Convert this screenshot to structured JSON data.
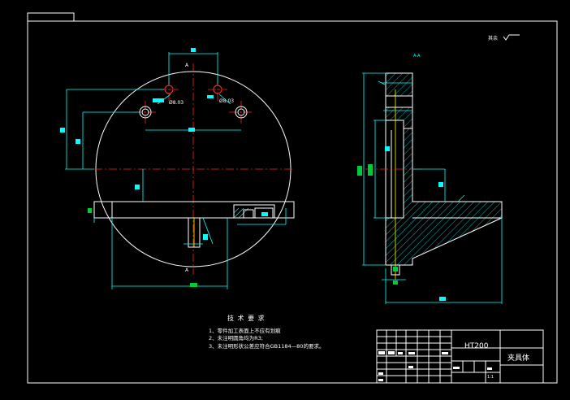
{
  "sheet": {
    "tech_title": "技 术 要 求",
    "requirements": [
      "1、零件加工表面上不应有划痕",
      "2、未注明圆角均为R3;",
      "3、未注明形状公差应符合GB1184—80的要求。"
    ],
    "material": "HT200",
    "part_name": "夹具体",
    "scale": "1:1",
    "surface_note": "其余",
    "section_label": "A-A",
    "section_mark_top": "A",
    "section_mark_bottom": "A",
    "dim_hole_left": "Ø8.03",
    "dim_hole_right": "Ø8.03"
  }
}
